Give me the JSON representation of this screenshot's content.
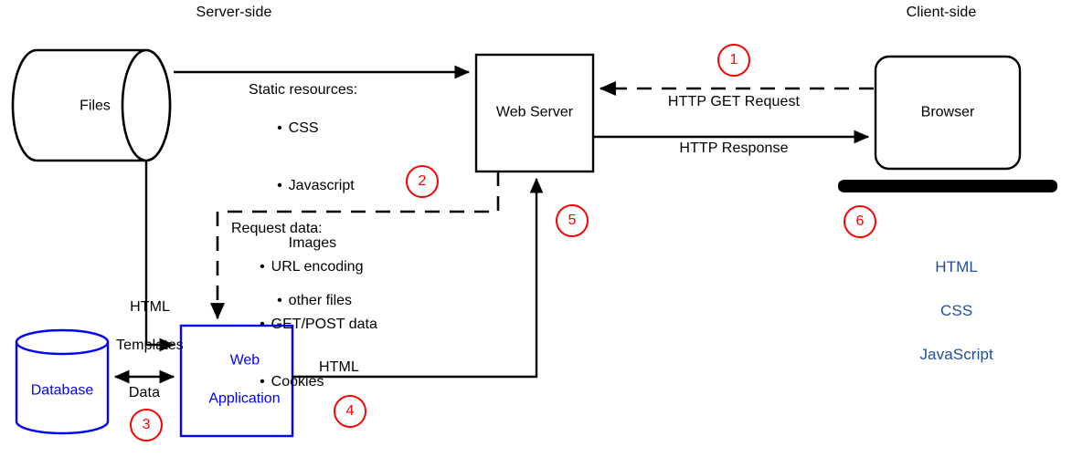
{
  "diagram": {
    "title_labels": {
      "server_side": "Server-side",
      "client_side": "Client-side"
    },
    "nodes": {
      "files": "Files",
      "web_server": "Web Server",
      "browser": "Browser",
      "database": "Database",
      "web_application_line1": "Web",
      "web_application_line2": "Application"
    },
    "edge_labels": {
      "static_resources_heading": "Static resources:",
      "static_resources_items": [
        "CSS",
        "Javascript",
        "Images",
        "other files"
      ],
      "request_data_heading": "Request data:",
      "request_data_items": [
        "URL encoding",
        "GET/POST data",
        "Cookies"
      ],
      "http_get_request": "HTTP GET Request",
      "http_response": "HTTP Response",
      "html_templates_line1": "HTML",
      "html_templates_line2": "Templates",
      "data": "Data",
      "html": "HTML"
    },
    "client_tech": {
      "line1": "HTML",
      "line2": "CSS",
      "line3": "JavaScript"
    },
    "step_markers": [
      {
        "id": "1",
        "label": "1"
      },
      {
        "id": "2",
        "label": "2"
      },
      {
        "id": "3",
        "label": "3"
      },
      {
        "id": "4",
        "label": "4"
      },
      {
        "id": "5",
        "label": "5"
      },
      {
        "id": "6",
        "label": "6"
      }
    ],
    "colors": {
      "stroke": "#000000",
      "blue": "#0000ff",
      "navy": "#1f4e99",
      "marker_red": "#ff0000",
      "background": "#ffffff"
    }
  }
}
